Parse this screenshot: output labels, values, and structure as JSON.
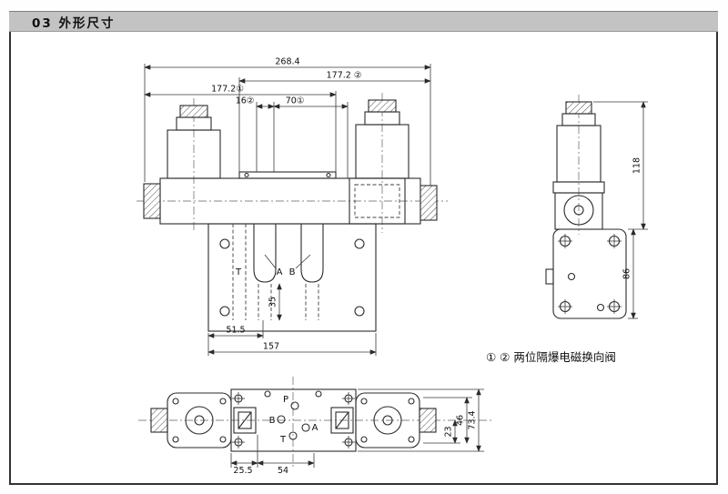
{
  "header": {
    "title": "03 外形尺寸"
  },
  "caption": "① ② 两位隔爆电磁换向阀",
  "front_view": {
    "dim_overall": "268.4",
    "dim_len2": "177.2 ②",
    "dim_len1": "177.2①",
    "dim_offset2": "16②",
    "dim_offset1": "70①",
    "dim_bottom1": "51.5",
    "dim_bottom2": "157",
    "dim_depth": "35",
    "port_t": "T",
    "port_a": "A",
    "port_b": "B"
  },
  "side_view": {
    "dim_height_top": "118",
    "dim_height_body": "86"
  },
  "top_view": {
    "dim_a": "25.5",
    "dim_b": "54",
    "dim_c": "23",
    "dim_d": "46",
    "dim_e": "73.4",
    "port_p": "P",
    "port_t": "T",
    "port_a": "A",
    "port_b": "B"
  },
  "colors": {
    "header_bg": "#c3c3c3",
    "line": "#2a2a2a",
    "background": "#ffffff"
  }
}
